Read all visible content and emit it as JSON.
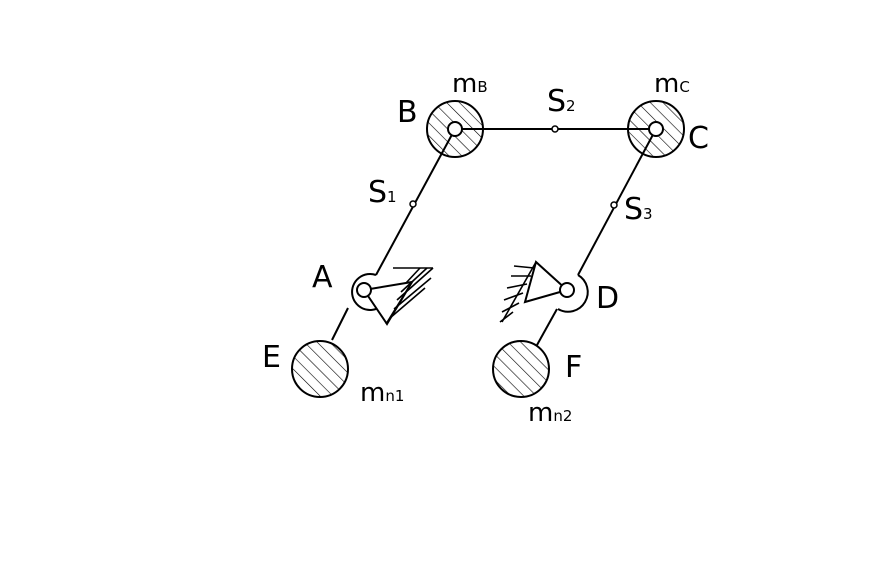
{
  "diagram": {
    "points": {
      "A": "A",
      "B": "B",
      "C": "C",
      "D": "D",
      "E": "E",
      "F": "F"
    },
    "centers_of_mass": {
      "S1": {
        "main": "S",
        "sub": "1"
      },
      "S2": {
        "main": "S",
        "sub": "2"
      },
      "S3": {
        "main": "S",
        "sub": "3"
      }
    },
    "masses": {
      "mB": {
        "main": "m",
        "sub": "B"
      },
      "mC": {
        "main": "m",
        "sub": "C"
      },
      "mn1": {
        "main": "m",
        "sub": "n1"
      },
      "mn2": {
        "main": "m",
        "sub": "n2"
      }
    },
    "colors": {
      "line": "#000000",
      "background": "#ffffff"
    },
    "icons": [
      "fixed-support-icon",
      "hatched-mass-icon",
      "revolute-joint-icon"
    ]
  }
}
